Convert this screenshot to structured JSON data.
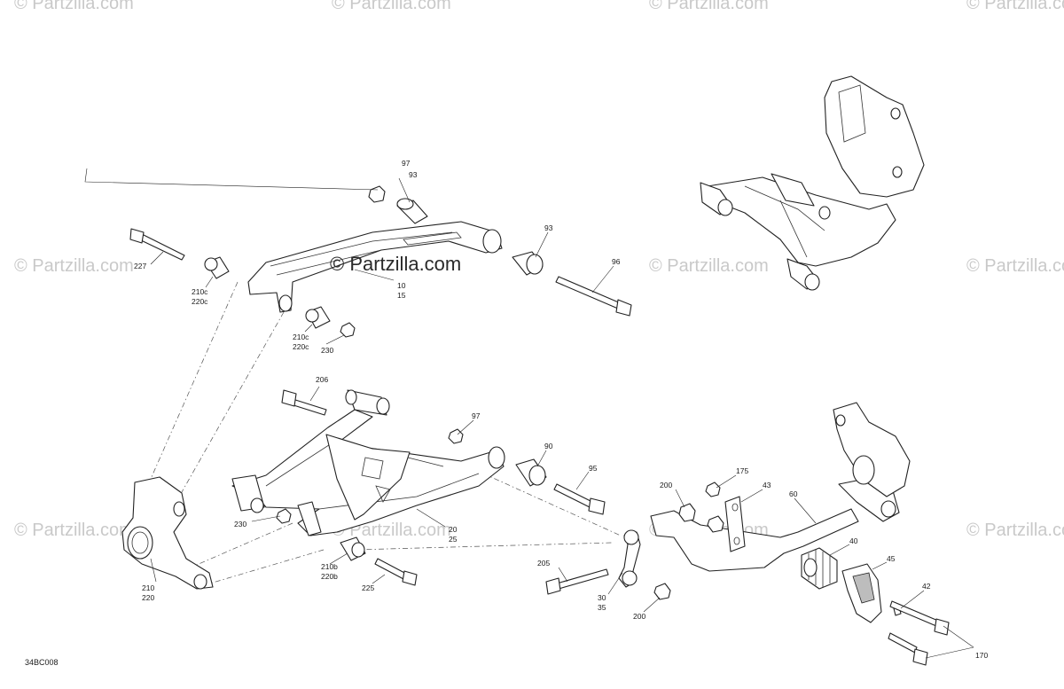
{
  "brand": "© Partzilla.com",
  "watermarks": [
    "© Partzilla.com",
    "© Partzilla.com",
    "© Partzilla.com",
    "© Partzilla.com",
    "© Partzilla.com",
    "© Partzilla.com",
    "© Partzilla.com",
    "© Partzilla.com",
    "© Partzilla.com",
    "© Partzilla.com",
    "© Partzilla.com",
    "© Partzilla.com"
  ],
  "diagram_code": "34BC008",
  "callouts": {
    "c97a": "97",
    "c93a": "93",
    "c93b": "93",
    "c96": "96",
    "c227": "227",
    "c210c_a": "210c",
    "c220c_a": "220c",
    "c10": "10",
    "c15": "15",
    "c210c_b": "210c",
    "c220c_b": "220c",
    "c230a": "230",
    "c206": "206",
    "c97b": "97",
    "c90": "90",
    "c95": "95",
    "c230b": "230",
    "c20": "20",
    "c25": "25",
    "c210b": "210b",
    "c220b": "220b",
    "c225": "225",
    "c210": "210",
    "c220": "220",
    "c200a": "200",
    "c175": "175",
    "c43": "43",
    "c60": "60",
    "c40": "40",
    "c45": "45",
    "c42": "42",
    "c170": "170",
    "c205": "205",
    "c30": "30",
    "c35": "35",
    "c200b": "200"
  }
}
